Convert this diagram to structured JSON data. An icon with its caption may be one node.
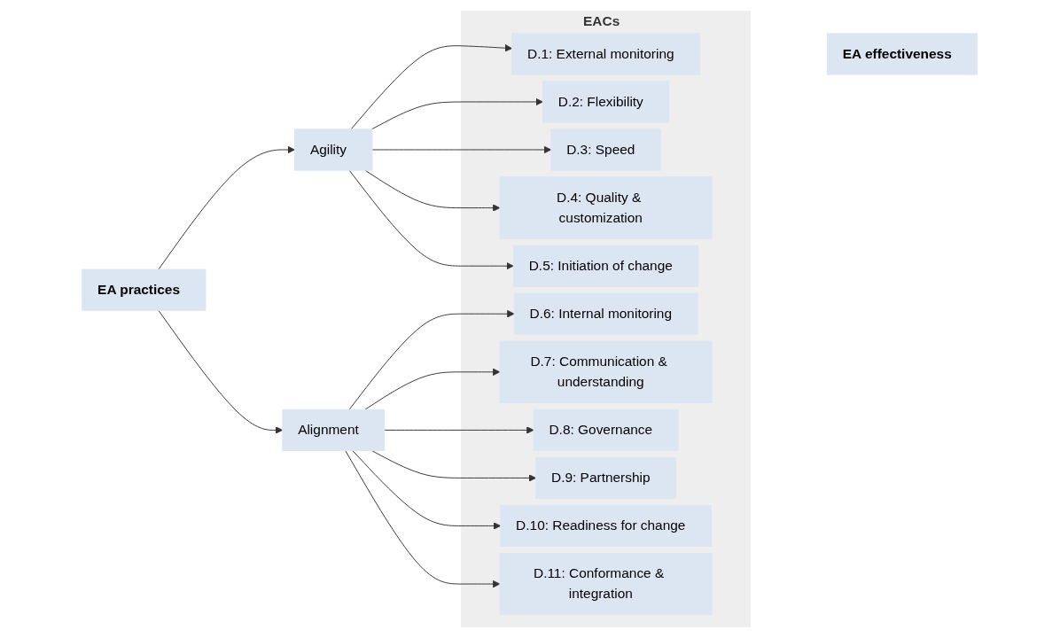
{
  "diagram": {
    "nodes": [
      {
        "text": [
          "EA practices"
        ]
      },
      {
        "text": [
          "Agility"
        ]
      },
      {
        "text": [
          "Alignment"
        ]
      },
      {
        "text": [
          "EACs"
        ]
      },
      {
        "text": [
          "D.1: External monitoring"
        ],
        "in": 3
      },
      {
        "text": [
          "D.2: Flexibility"
        ],
        "in": 3
      },
      {
        "text": [
          "D.3: Speed"
        ],
        "in": 3
      },
      {
        "text": [
          "D.4: Quality & customization"
        ],
        "in": 3
      },
      {
        "text": [
          "D.5: Initiation of change"
        ],
        "in": 3
      },
      {
        "text": [
          "D.6: Internal monitoring"
        ],
        "in": 3
      },
      {
        "text": [
          "D.7: Communication & understanding"
        ],
        "in": 3
      },
      {
        "text": [
          "D.8: Governance"
        ],
        "in": 3
      },
      {
        "text": [
          "D.9: Partnership"
        ],
        "in": 3
      },
      {
        "text": [
          "D.10: Readiness for change"
        ],
        "in": 3
      },
      {
        "text": [
          "D.11: Conformance & integration"
        ],
        "in": 3
      },
      {
        "text": [
          "EA effectiveness"
        ]
      }
    ],
    "edges": [
      {
        "from": 0,
        "to": 1,
        "arrow": "to"
      },
      {
        "from": 0,
        "to": 2,
        "arrow": "to"
      },
      {
        "from": 1,
        "to": 4,
        "arrow": "to"
      },
      {
        "from": 1,
        "to": 5,
        "arrow": "to"
      },
      {
        "from": 1,
        "to": 6,
        "arrow": "to"
      },
      {
        "from": 1,
        "to": 7,
        "arrow": "to"
      },
      {
        "from": 1,
        "to": 8,
        "arrow": "to"
      },
      {
        "from": 2,
        "to": 9,
        "arrow": "to"
      },
      {
        "from": 2,
        "to": 10,
        "arrow": "to"
      },
      {
        "from": 2,
        "to": 11,
        "arrow": "to"
      },
      {
        "from": 2,
        "to": 12,
        "arrow": "to"
      },
      {
        "from": 2,
        "to": 13,
        "arrow": "to"
      },
      {
        "from": 2,
        "to": 14,
        "arrow": "to"
      }
    ]
  }
}
